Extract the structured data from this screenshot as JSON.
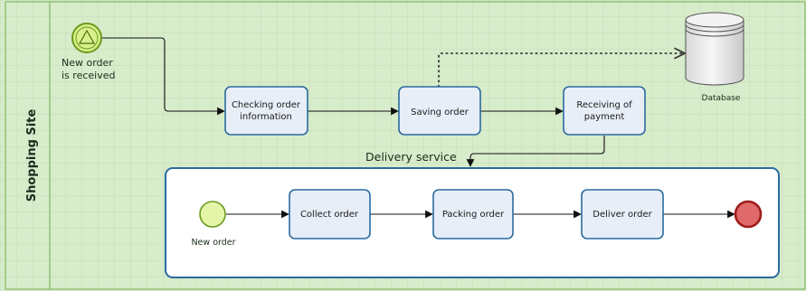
{
  "pool": {
    "label": "Shopping Site"
  },
  "events": {
    "start_event": {
      "label_line1": "New order",
      "label_line2": "is received"
    },
    "sub_start_event": {
      "label": "New order"
    },
    "end_event": {
      "label": ""
    }
  },
  "tasks": {
    "checking_order": {
      "line1": "Checking order",
      "line2": "information"
    },
    "saving_order": {
      "label": "Saving order"
    },
    "receiving_payment": {
      "line1": "Receiving of",
      "line2": "payment"
    },
    "collect_order": {
      "label": "Collect order"
    },
    "packing_order": {
      "label": "Packing order"
    },
    "deliver_order": {
      "label": "Deliver order"
    }
  },
  "subprocess": {
    "label": "Delivery service"
  },
  "data_store": {
    "label": "Database"
  },
  "colors": {
    "background": "#d7eccb",
    "grid": "#c3dcb3",
    "lane_border": "#8fbf72",
    "task_fill": "#e8eef7",
    "task_stroke": "#2a6aa0",
    "start_fill": "#d9f08a",
    "start_stroke": "#6a9a1c",
    "end_fill": "#e06a6a",
    "end_stroke": "#a01c1c",
    "subprocess_fill": "#ffffff",
    "subprocess_stroke": "#2a6aa0"
  }
}
